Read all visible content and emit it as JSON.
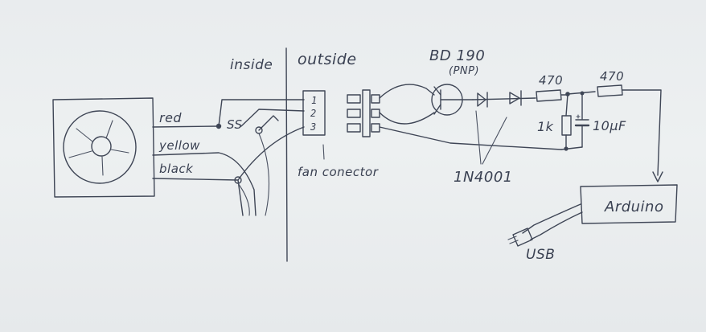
{
  "sections": {
    "inside": "inside",
    "outside": "outside"
  },
  "wires": {
    "red": "red",
    "yellow": "yellow",
    "black": "black"
  },
  "splice_mark": "SS",
  "connector": {
    "pins": [
      "1",
      "2",
      "3"
    ],
    "label": "fan conector"
  },
  "transistor": {
    "name": "BD 190",
    "type": "(PNP)"
  },
  "diode_label": "1N4001",
  "resistors": [
    "470",
    "470",
    "1k"
  ],
  "capacitor": "10µF",
  "board": "Arduino",
  "usb": "USB",
  "colors": {
    "ink": "#3f4656",
    "background": "#ebeef0"
  }
}
